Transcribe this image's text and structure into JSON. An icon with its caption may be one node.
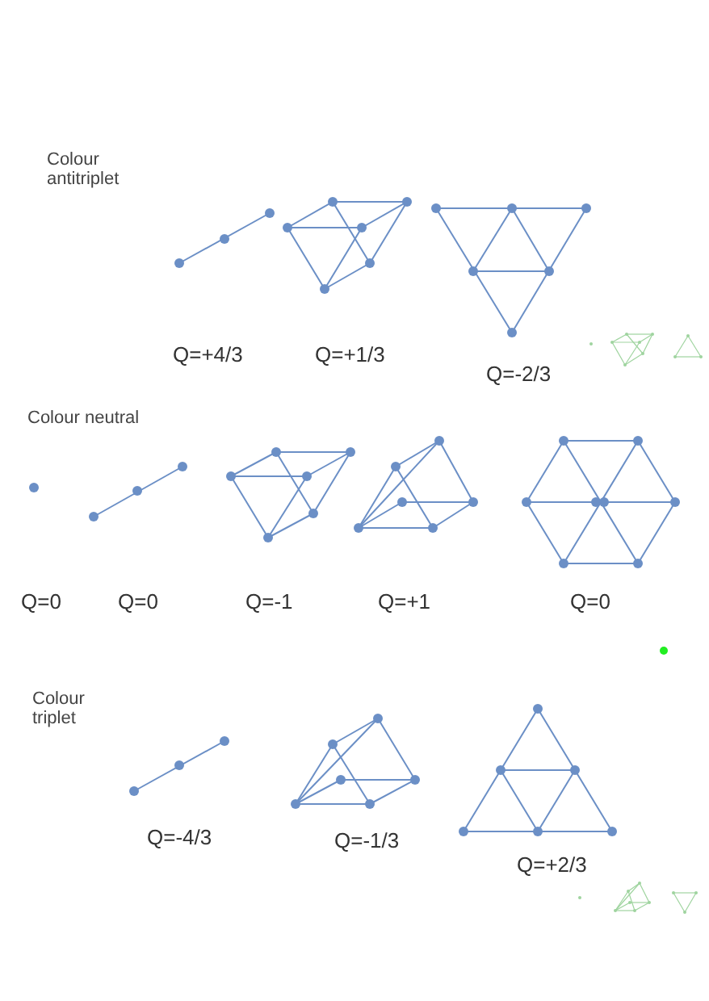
{
  "diagram": {
    "labels": [
      "Colour antitriplet",
      "Q=+4/3",
      "Q=+1/3",
      "Q=-2/3",
      "Colour neutral",
      "Q=0",
      "Q=0",
      "Q=-1",
      "Q=+1",
      "Q=0",
      "Colour triplet",
      "Q=-4/3",
      "Q=-1/3",
      "Q=+2/3"
    ]
  }
}
